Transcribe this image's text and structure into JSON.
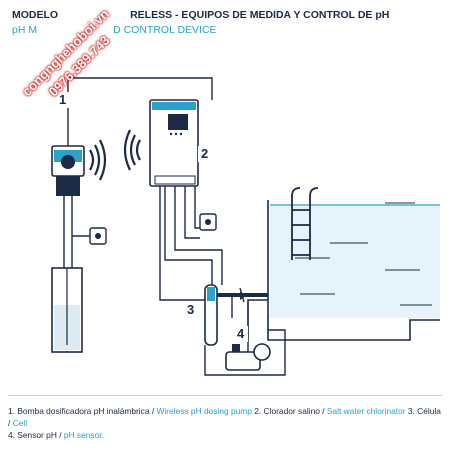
{
  "header": {
    "title_left": "MODELO",
    "title_right": "RELESS - EQUIPOS DE MEDIDA Y CONTROL DE pH",
    "subtitle_left": "pH M",
    "subtitle_right": "D CONTROL DEVICE"
  },
  "watermark": {
    "line1": "congnghehoboi.vn",
    "line2": "0976.389.743"
  },
  "callouts": [
    "1",
    "2",
    "3",
    "4"
  ],
  "legend": {
    "line1": [
      {
        "t": "1. Bomba dosificadora pH inalámbrica / ",
        "c": "lbl"
      },
      {
        "t": "Wireless pH dosing pump",
        "c": "en"
      },
      {
        "t": " 2. Clorador salino / ",
        "c": "lbl"
      },
      {
        "t": "Salt water chlorinator",
        "c": "en"
      },
      {
        "t": " 3. Célula / ",
        "c": "lbl"
      },
      {
        "t": "Cell",
        "c": "en"
      }
    ],
    "line2": [
      {
        "t": "4. Sensor pH / ",
        "c": "lbl"
      },
      {
        "t": "pH sensor.",
        "c": "en"
      }
    ]
  },
  "colors": {
    "navy": "#1c2a45",
    "accent": "#2ba3c9",
    "water": "#d8eef7",
    "watermark": "#d01e1e"
  }
}
